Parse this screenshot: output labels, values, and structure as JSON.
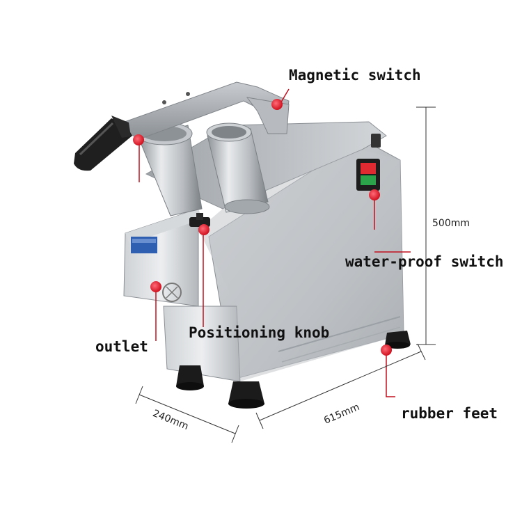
{
  "labels": {
    "magnetic_switch": "Magnetic switch",
    "water_proof_switch": "water-proof switch",
    "positioning_knob": "Positioning knob",
    "outlet": "outlet",
    "rubber_feet": "rubber feet"
  },
  "dimensions": {
    "height": "500mm",
    "width": "240mm",
    "depth": "615mm"
  },
  "colors": {
    "marker": "#e8172b",
    "steel_light": "#e4e6e8",
    "steel_mid": "#b9bdc1",
    "steel_dark": "#7d8287",
    "rubber": "#1b1b1b"
  }
}
